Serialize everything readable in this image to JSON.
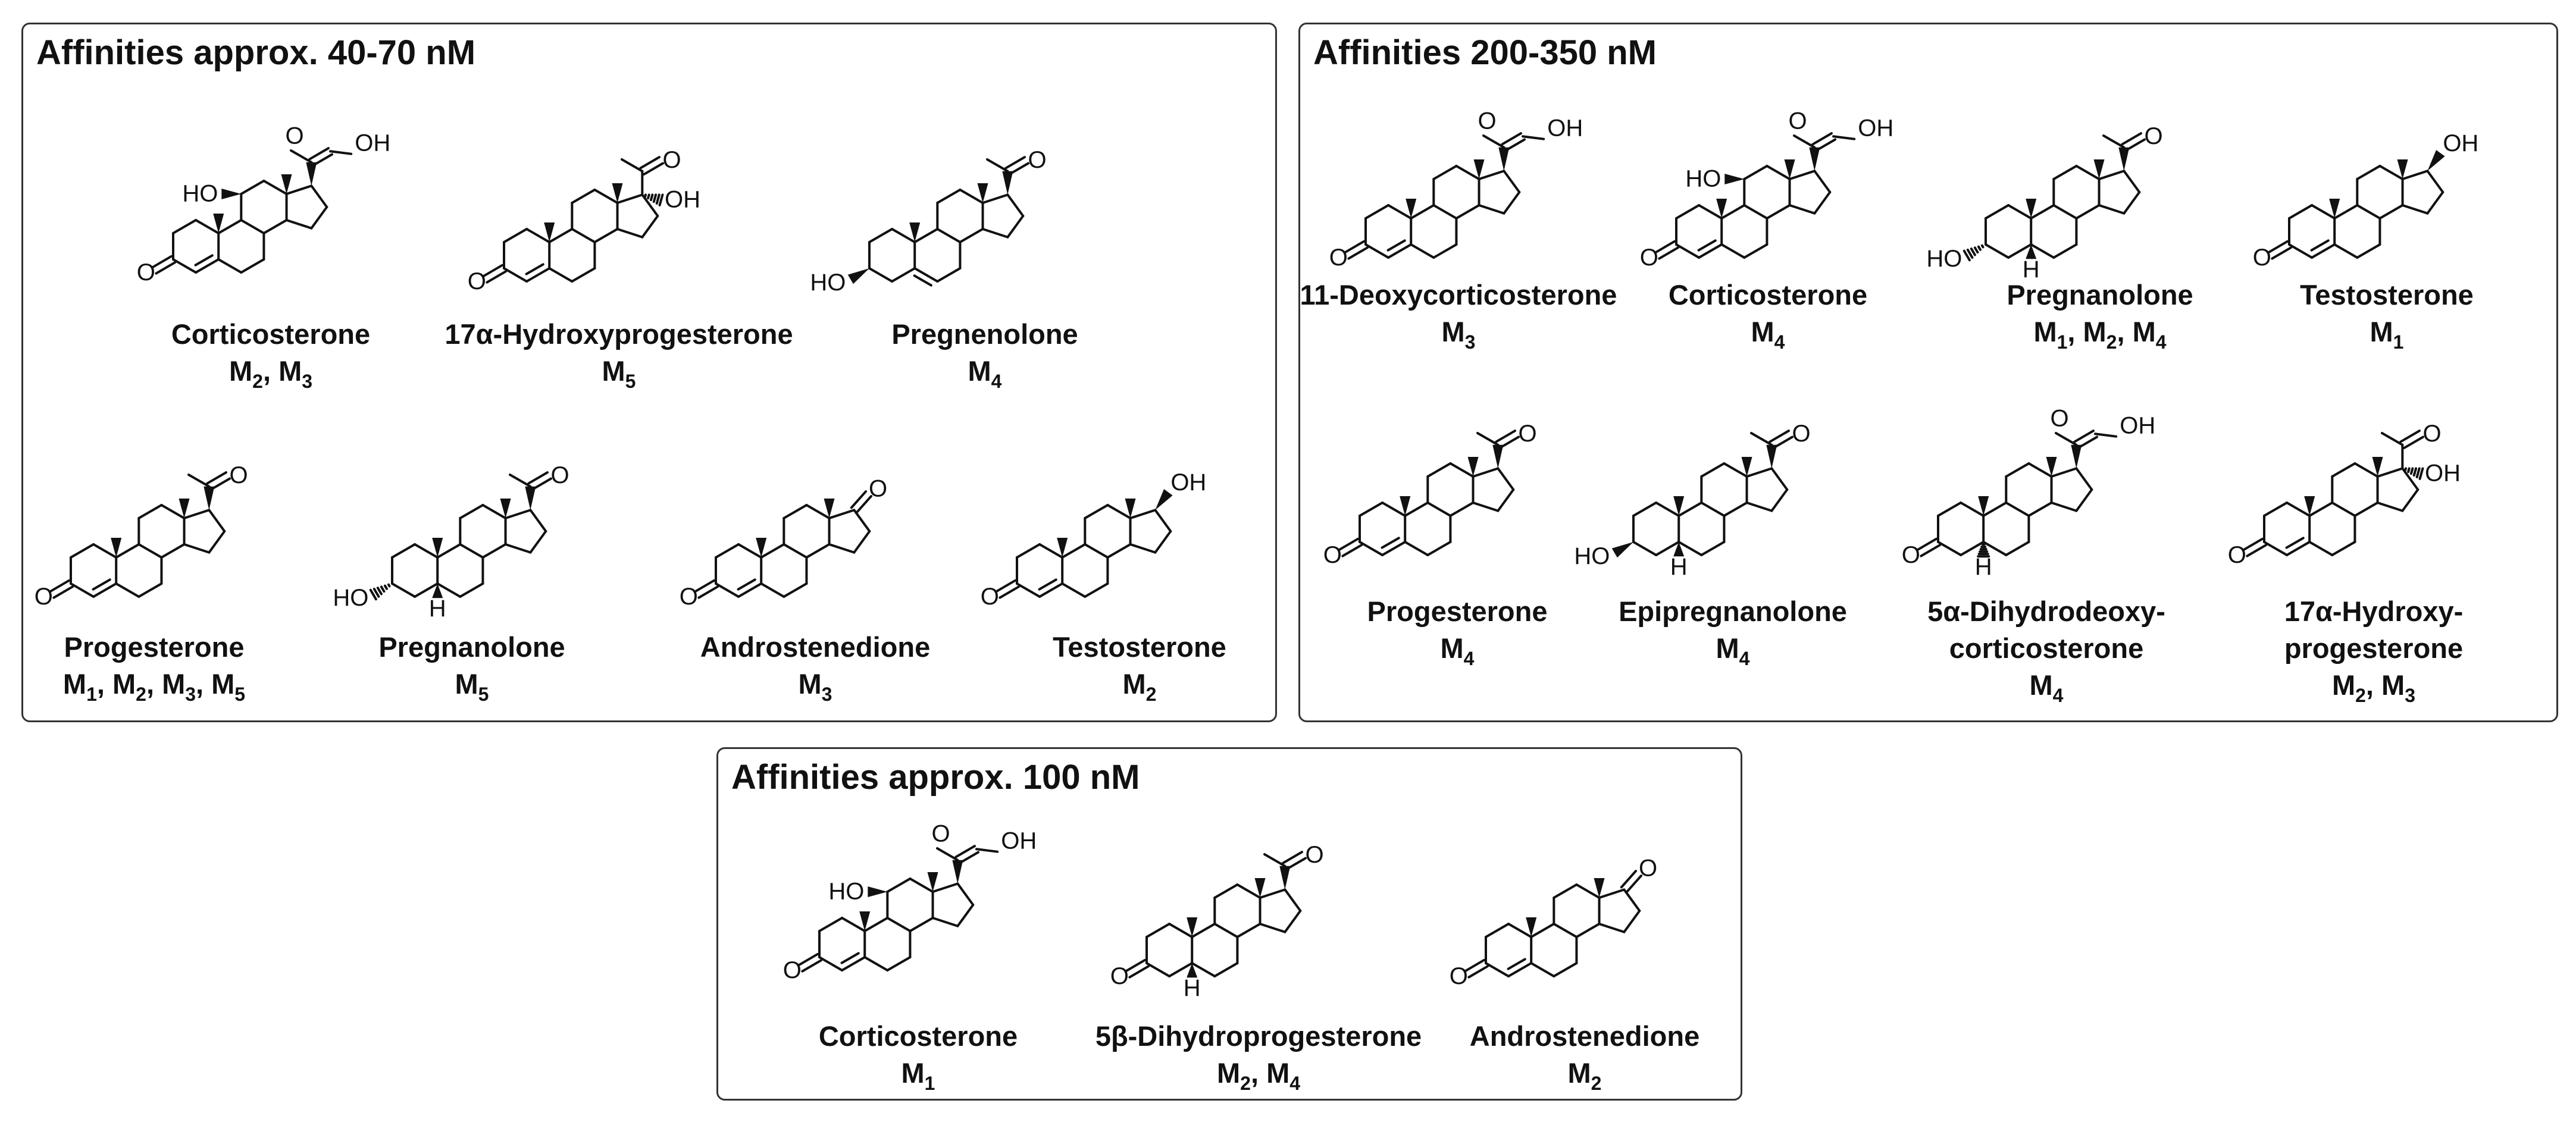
{
  "panels": [
    {
      "title": "Affinities approx. 40-70 nM",
      "compounds": [
        {
          "name_lines": [
            "Corticosterone"
          ],
          "models": [
            "M_2",
            "M_3"
          ],
          "type": "corticosterone"
        },
        {
          "name_lines": [
            "17α-Hydroxyprogesterone"
          ],
          "models": [
            "M_5"
          ],
          "type": "hydroxyprogesterone"
        },
        {
          "name_lines": [
            "Pregnenolone"
          ],
          "models": [
            "M_4"
          ],
          "type": "pregnenolone"
        },
        {
          "name_lines": [
            "Progesterone"
          ],
          "models": [
            "M_1",
            "M_2",
            "M_3",
            "M_5"
          ],
          "type": "progesterone"
        },
        {
          "name_lines": [
            "Pregnanolone"
          ],
          "models": [
            "M_5"
          ],
          "type": "pregnanolone"
        },
        {
          "name_lines": [
            "Androstenedione"
          ],
          "models": [
            "M_3"
          ],
          "type": "androstenedione"
        },
        {
          "name_lines": [
            "Testosterone"
          ],
          "models": [
            "M_2"
          ],
          "type": "testosterone"
        }
      ]
    },
    {
      "title": "Affinities 200-350 nM",
      "compounds": [
        {
          "name_lines": [
            "11-Deoxycorticosterone"
          ],
          "models": [
            "M_3"
          ],
          "type": "deoxycorticosterone"
        },
        {
          "name_lines": [
            "Corticosterone"
          ],
          "models": [
            "M_4"
          ],
          "type": "corticosterone"
        },
        {
          "name_lines": [
            "Pregnanolone"
          ],
          "models": [
            "M_1",
            "M_2",
            "M_4"
          ],
          "type": "pregnanolone"
        },
        {
          "name_lines": [
            "Testosterone"
          ],
          "models": [
            "M_1"
          ],
          "type": "testosterone"
        },
        {
          "name_lines": [
            "Progesterone"
          ],
          "models": [
            "M_4"
          ],
          "type": "progesterone"
        },
        {
          "name_lines": [
            "Epipregnanolone"
          ],
          "models": [
            "M_4"
          ],
          "type": "epipregnanolone"
        },
        {
          "name_lines": [
            "5α-Dihydrodeoxy-",
            "corticosterone"
          ],
          "models": [
            "M_4"
          ],
          "type": "dihydrodeoxycorticosterone"
        },
        {
          "name_lines": [
            "17α-Hydroxy-",
            "progesterone"
          ],
          "models": [
            "M_2",
            "M_3"
          ],
          "type": "hydroxyprogesterone"
        }
      ]
    },
    {
      "title": "Affinities approx. 100 nM",
      "compounds": [
        {
          "name_lines": [
            "Corticosterone"
          ],
          "models": [
            "M_1"
          ],
          "type": "corticosterone"
        },
        {
          "name_lines": [
            "5β-Dihydroprogesterone"
          ],
          "models": [
            "M_2",
            "M_4"
          ],
          "type": "dihydroprogesterone"
        },
        {
          "name_lines": [
            "Androstenedione"
          ],
          "models": [
            "M_2"
          ],
          "type": "androstenedione"
        }
      ]
    }
  ],
  "atom_labels": {
    "oxygen": "O",
    "hydroxyl": "OH",
    "hydroxyl_left": "HO",
    "hydrogen": "H"
  }
}
